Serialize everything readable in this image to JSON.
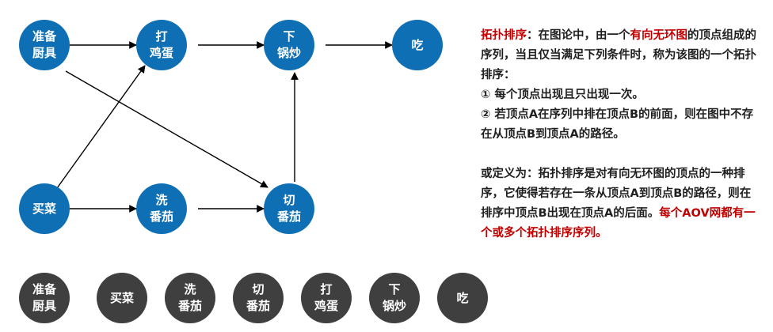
{
  "graph": {
    "nodes": {
      "prep": "准备\n厨具",
      "egg": "打\n鸡蛋",
      "wok": "下\n锅炒",
      "eat": "吃",
      "buy": "买菜",
      "wash": "洗\n番茄",
      "cut": "切\n番茄"
    }
  },
  "order": [
    "准备\n厨具",
    "买菜",
    "洗\n番茄",
    "切\n番茄",
    "打\n鸡蛋",
    "下\n锅炒",
    "吃"
  ],
  "text": {
    "p1_term": "拓扑排序",
    "p1_a": "：在图论中，由一个",
    "p1_b": "有向无环图",
    "p1_c": "的顶点组成的序列，当且仅当满足下列条件时，称为该图的一个拓扑排序：",
    "rule1": "① 每个顶点出现且只出现一次。",
    "rule2": "② 若顶点A在序列中排在顶点B的前面，则在图中不存在从顶点B到顶点A的路径。",
    "p2_a": "或定义为：拓扑排序是对有向无环图的顶点的一种排序，它使得若存在一条从顶点A到顶点B的路径，则在排序中顶点B出现在顶点A的后面。",
    "p2_b": "每个AOV网都有一个或多个拓扑排序序列。"
  },
  "colors": {
    "node": "#0e6fb5",
    "order_node": "#3f3f3f",
    "accent": "#c00000"
  }
}
